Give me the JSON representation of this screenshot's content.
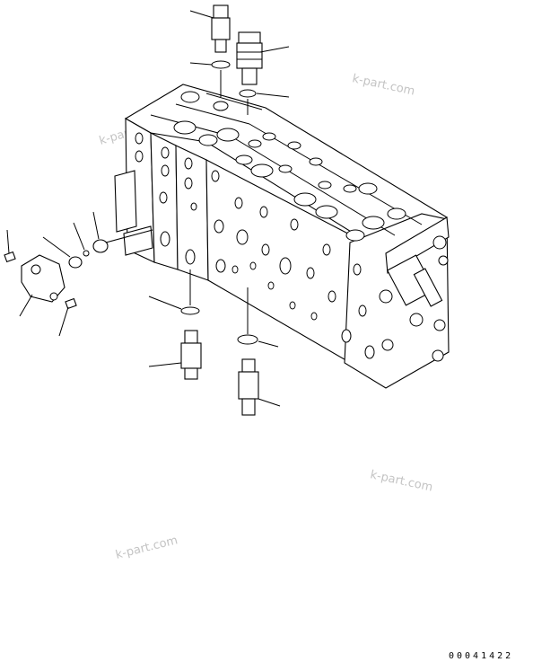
{
  "watermarks": [
    "k-part.com",
    "k-part.com",
    "k-part.com",
    "k-part.com"
  ],
  "drawing_code": "00041422"
}
